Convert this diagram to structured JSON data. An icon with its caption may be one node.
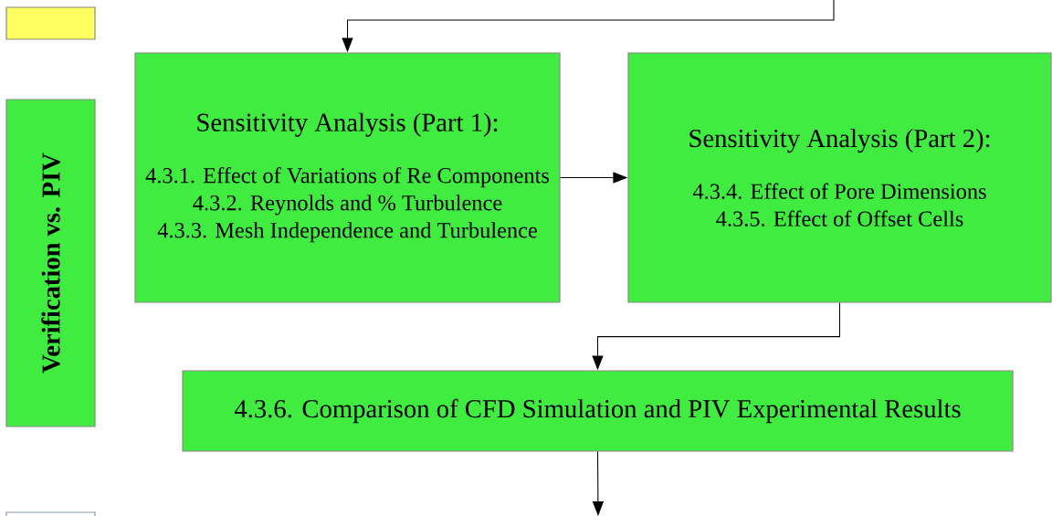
{
  "diagram": {
    "nodes": [
      {
        "text": [],
        "shape": "box"
      },
      {
        "text": [
          "Verification vs. PIV"
        ]
      },
      {
        "text": [
          "Sensitivity Analysis (Part 1):",
          "4.3.1. Effect of Variations of Re Components",
          "4.3.2. Reynolds and % Turbulence",
          "4.3.3. Mesh Independence and Turbulence"
        ]
      },
      {
        "text": [
          "Sensitivity Analysis (Part 2):",
          "4.3.4. Effect of Pore Dimensions",
          "4.3.5. Effect of Offset Cells"
        ]
      },
      {
        "text": [
          "4.3.6. Comparison of CFD Simulation and PIV Experimental Results"
        ]
      },
      {
        "text": [],
        "shape": "box"
      }
    ],
    "edges": [
      {
        "from": null,
        "to": 2,
        "arrow": "to"
      },
      {
        "from": 2,
        "to": 3,
        "arrow": "to"
      },
      {
        "from": 3,
        "to": 4,
        "arrow": "to"
      },
      {
        "from": 4,
        "to": null,
        "arrow": "to"
      }
    ]
  }
}
